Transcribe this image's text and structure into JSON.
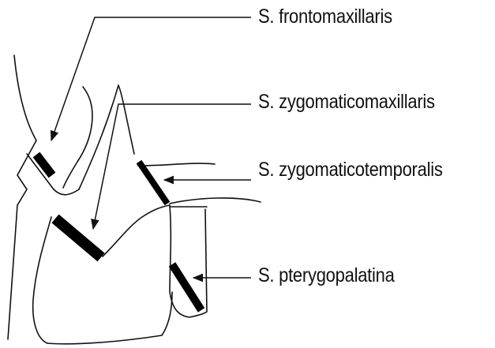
{
  "labels": {
    "frontomaxillaris": "S. frontomaxillaris",
    "zygomaticomaxillaris": "S. zygomaticomaxillaris",
    "zygomaticotemporalis": "S. zygomaticotemporalis",
    "pterygopalatina": "S. pterygopalatina"
  },
  "colors": {
    "ink": "#111111",
    "background": "#ffffff"
  }
}
